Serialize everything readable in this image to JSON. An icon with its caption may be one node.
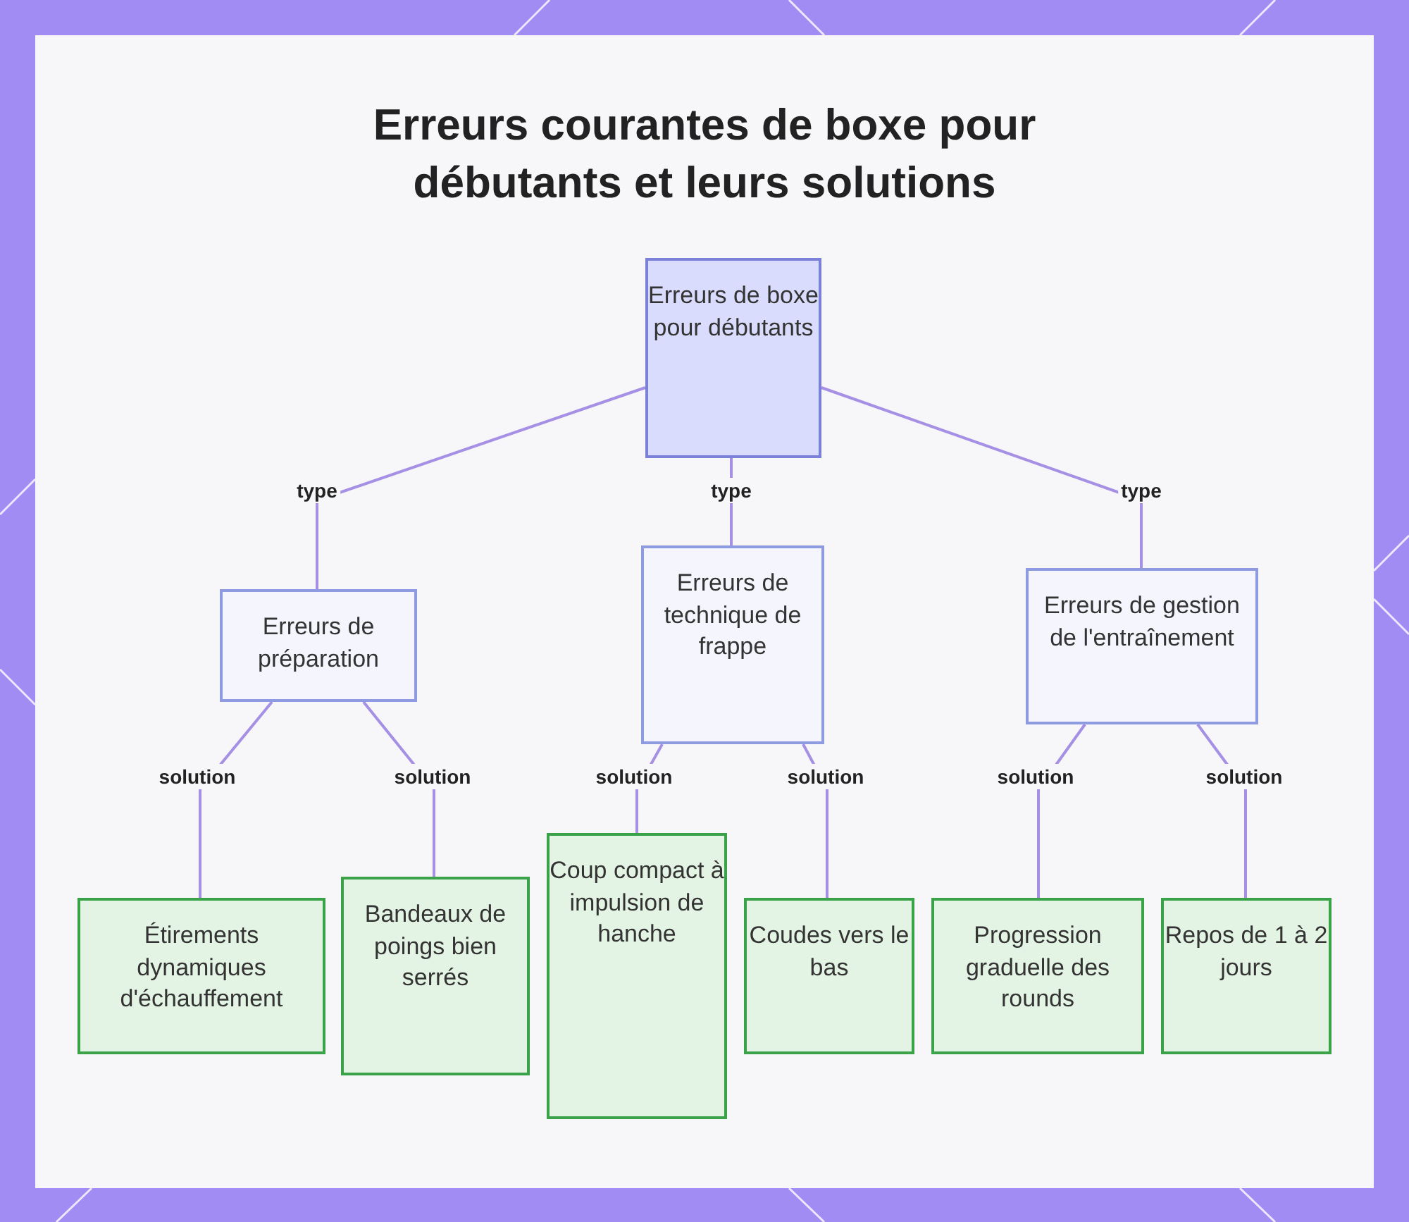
{
  "diagram": {
    "title": "Erreurs courantes de boxe pour débutants et leurs solutions",
    "nodes": [
      {
        "text": [
          "Erreurs de boxe pour débutants"
        ]
      },
      {
        "text": [
          "Erreurs de préparation"
        ]
      },
      {
        "text": [
          "Erreurs de technique de frappe"
        ]
      },
      {
        "text": [
          "Erreurs de gestion de l'entraînement"
        ]
      },
      {
        "text": [
          "Étirements dynamiques d'échauffement"
        ]
      },
      {
        "text": [
          "Bandeaux de poings bien serrés"
        ]
      },
      {
        "text": [
          "Coup compact à impulsion de hanche"
        ]
      },
      {
        "text": [
          "Coudes vers le bas"
        ]
      },
      {
        "text": [
          "Progression graduelle des rounds"
        ]
      },
      {
        "text": [
          "Repos de 1 à 2 jours"
        ]
      }
    ],
    "edges": [
      {
        "from": 0,
        "to": 1,
        "arrow": "none",
        "label": "type"
      },
      {
        "from": 0,
        "to": 2,
        "arrow": "none",
        "label": "type"
      },
      {
        "from": 0,
        "to": 3,
        "arrow": "none",
        "label": "type"
      },
      {
        "from": 1,
        "to": 4,
        "arrow": "none",
        "label": "solution"
      },
      {
        "from": 1,
        "to": 5,
        "arrow": "none",
        "label": "solution"
      },
      {
        "from": 2,
        "to": 6,
        "arrow": "none",
        "label": "solution"
      },
      {
        "from": 2,
        "to": 7,
        "arrow": "none",
        "label": "solution"
      },
      {
        "from": 3,
        "to": 8,
        "arrow": "none",
        "label": "solution"
      },
      {
        "from": 3,
        "to": 9,
        "arrow": "none",
        "label": "solution"
      }
    ]
  }
}
